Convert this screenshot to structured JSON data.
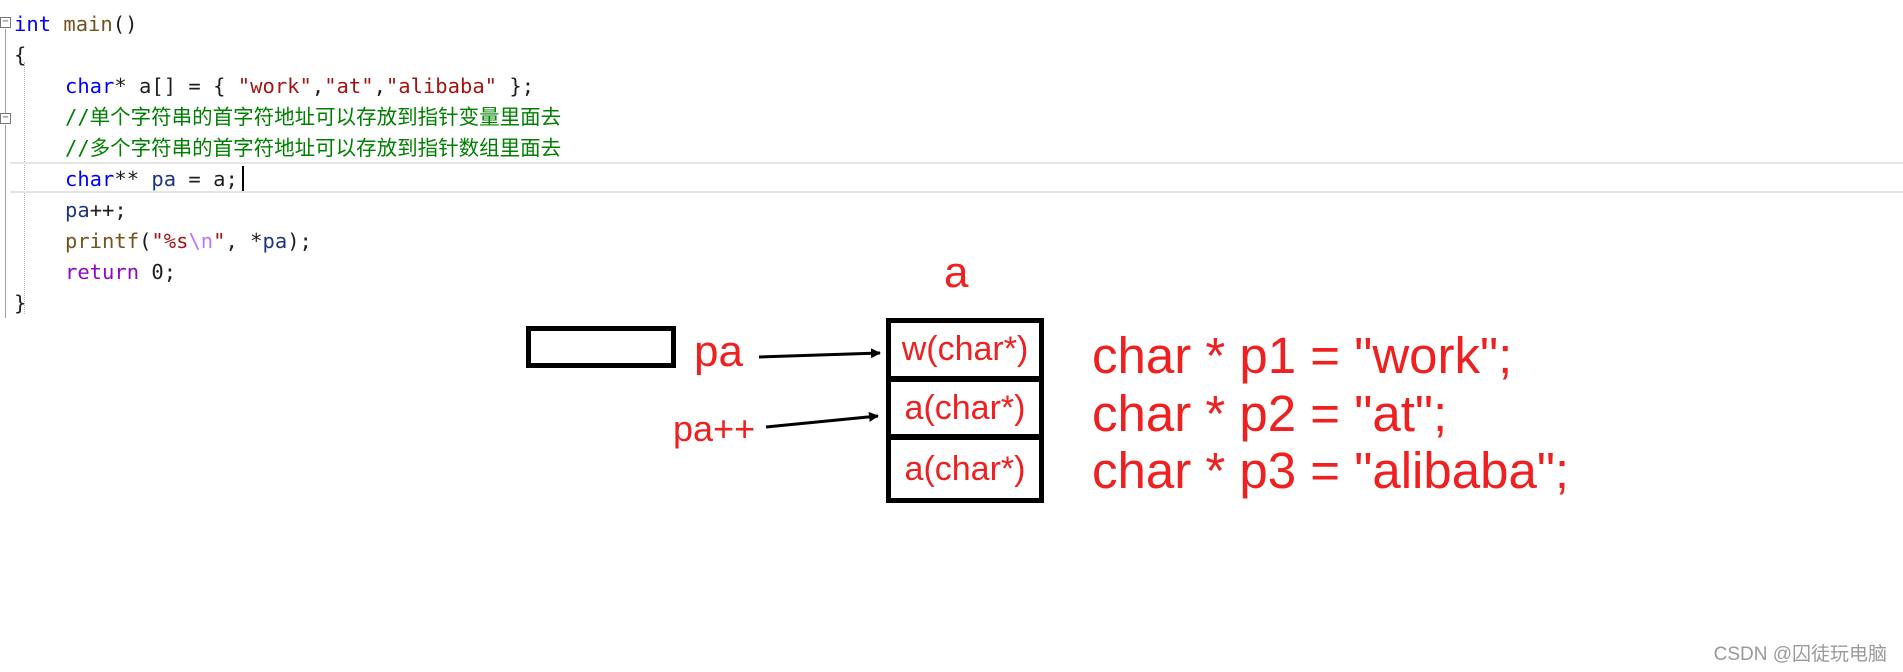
{
  "code": {
    "line1": {
      "type": "int",
      "name": "main",
      "parens": "()"
    },
    "line2": "{",
    "line3": {
      "type": "char",
      "rest": "* a[] = { ",
      "s1": "\"work\"",
      "c1": ",",
      "s2": "\"at\"",
      "c2": ",",
      "s3": "\"alibaba\"",
      "end": " };"
    },
    "line4": "//单个字符串的首字符地址可以存放到指针变量里面去",
    "line5": "//多个字符串的首字符地址可以存放到指针数组里面去",
    "line6": {
      "type": "char",
      "ptr": "** ",
      "var": "pa",
      "rest": " = a;"
    },
    "line7": {
      "var": "pa",
      "rest": "++;"
    },
    "line8": {
      "fn": "printf",
      "open": "(",
      "q1": "\"%s",
      "esc": "\\n",
      "q2": "\"",
      "mid": ", *",
      "var": "pa",
      "end": ");"
    },
    "line9": {
      "kw": "return",
      "rest": " 0;"
    },
    "line10": "}"
  },
  "diagram": {
    "array_label": "a",
    "pointer_label": "pa",
    "pointer_increment_label": "pa++",
    "cells": [
      "w(char*)",
      "a(char*)",
      "a(char*)"
    ],
    "declarations": [
      "char * p1 = \"work\";",
      "char * p2 = \"at\";",
      "char * p3 = \"alibaba\";"
    ]
  },
  "colors": {
    "annotation": "#ee2020",
    "keyword": "#0000ff",
    "string": "#a31515",
    "comment": "#008000",
    "return_keyword": "#8f08c4"
  },
  "watermark": "CSDN @囚徒玩电脑"
}
